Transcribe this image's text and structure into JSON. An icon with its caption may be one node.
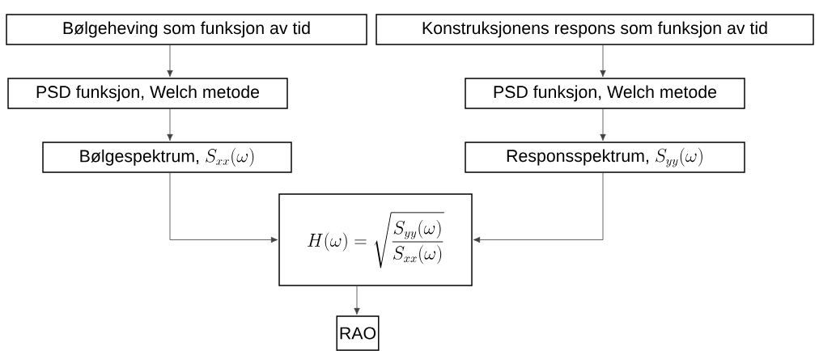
{
  "diagram": {
    "nodes": [
      {
        "text": [
          "Bølgeheving som funksjon av tid"
        ]
      },
      {
        "text": [
          "Konstruksjonens respons som funksjon av tid"
        ]
      },
      {
        "text": [
          "PSD funksjon, Welch metode"
        ]
      },
      {
        "text": [
          "PSD funksjon, Welch metode"
        ]
      },
      {
        "text": [
          "Bølgespektrum,",
          "S_{xx}(\\omega)"
        ]
      },
      {
        "text": [
          "Responsspektrum,",
          "S_{yy}(\\omega)"
        ]
      },
      {
        "text": [
          "H(\\omega) = \\sqrt{\\frac{S_{yy}(\\omega)}{S_{xx}(\\omega)}}"
        ]
      },
      {
        "text": [
          "RAO"
        ]
      }
    ],
    "edges": [
      {
        "from": 0,
        "to": 2,
        "arrow": "to"
      },
      {
        "from": 2,
        "to": 4,
        "arrow": "to"
      },
      {
        "from": 1,
        "to": 3,
        "arrow": "to"
      },
      {
        "from": 3,
        "to": 5,
        "arrow": "to"
      },
      {
        "from": 4,
        "to": 6,
        "arrow": "to"
      },
      {
        "from": 5,
        "to": 6,
        "arrow": "to"
      },
      {
        "from": 6,
        "to": 7,
        "arrow": "to"
      }
    ]
  }
}
